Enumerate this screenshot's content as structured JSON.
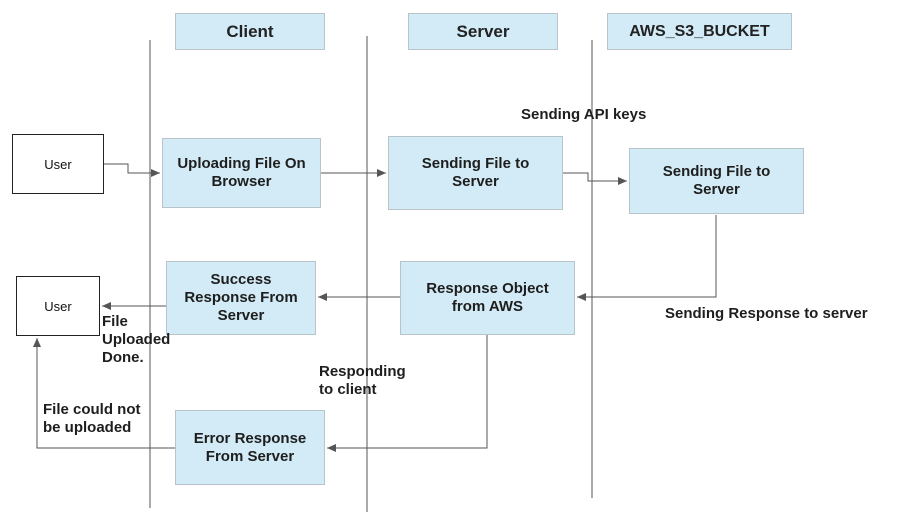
{
  "lanes": {
    "client": "Client",
    "server": "Server",
    "bucket": "AWS_S3_BUCKET"
  },
  "actors": {
    "user_top": "User",
    "user_bottom": "User"
  },
  "steps": {
    "uploading": "Uploading File On\nBrowser",
    "sending_server": "Sending File to\nServer",
    "sending_bucket": "Sending File to\nServer",
    "response_object": "Response Object\nfrom AWS",
    "success": "Success\nResponse From\nServer",
    "error": "Error Response\nFrom Server"
  },
  "edge_labels": {
    "api_keys": "Sending API keys",
    "response_to_server": "Sending Response to server",
    "responding_client": "Responding\nto client",
    "file_uploaded": "File\nUploaded\nDone.",
    "not_uploaded": "File could not\nbe uploaded"
  },
  "colors": {
    "box_fill": "#d2ebf6",
    "box_border": "#b9c4ca",
    "line": "#555555"
  }
}
